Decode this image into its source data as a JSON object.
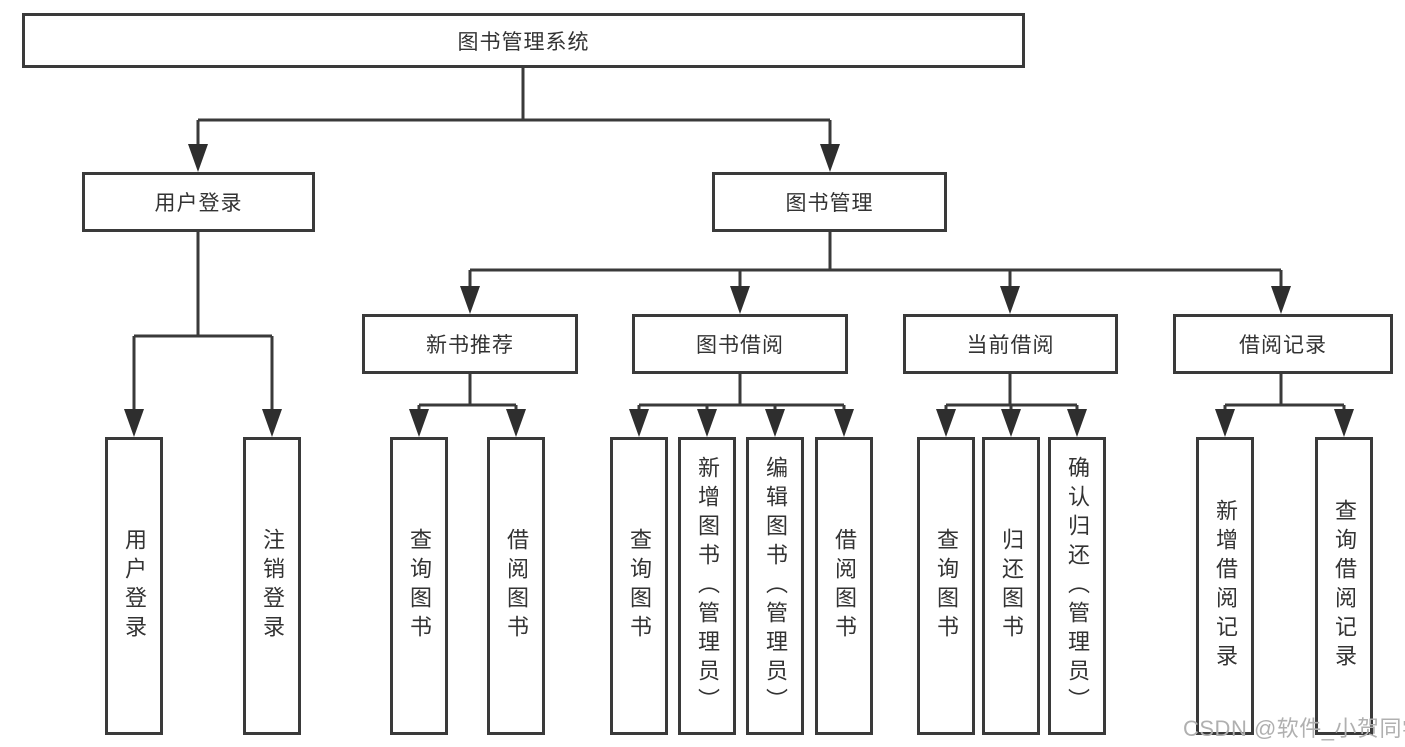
{
  "diagram": {
    "type": "tree",
    "root": {
      "label": "图书管理系统"
    },
    "branches": [
      {
        "label": "用户登录",
        "children": [
          {
            "label": "用户登录"
          },
          {
            "label": "注销登录"
          }
        ]
      },
      {
        "label": "图书管理",
        "children": [
          {
            "label": "新书推荐",
            "children": [
              {
                "label": "查询图书"
              },
              {
                "label": "借阅图书"
              }
            ]
          },
          {
            "label": "图书借阅",
            "children": [
              {
                "label": "查询图书"
              },
              {
                "label": "新增图书（管理员）"
              },
              {
                "label": "编辑图书（管理员）"
              },
              {
                "label": "借阅图书"
              }
            ]
          },
          {
            "label": "当前借阅",
            "children": [
              {
                "label": "查询图书"
              },
              {
                "label": "归还图书"
              },
              {
                "label": "确认归还（管理员）"
              }
            ]
          },
          {
            "label": "借阅记录",
            "children": [
              {
                "label": "新增借阅记录"
              },
              {
                "label": "查询借阅记录"
              }
            ]
          }
        ]
      }
    ],
    "colors": {
      "line": "#3a3a3a",
      "arrow_fill": "#2e2e2e",
      "text": "#333333",
      "background": "#ffffff"
    }
  },
  "watermark": {
    "text": "CSDN @软件_小贺同学"
  }
}
